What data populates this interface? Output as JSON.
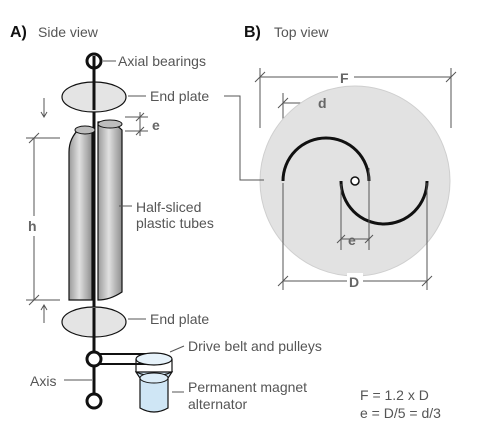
{
  "panel_a": {
    "letter": "A)",
    "title": "Side view"
  },
  "panel_b": {
    "letter": "B)",
    "title": "Top view"
  },
  "labels": {
    "axial_bearings": "Axial bearings",
    "end_plate_top": "End plate",
    "end_plate_bottom": "End plate",
    "tubes_line1": "Half-sliced",
    "tubes_line2": "plastic tubes",
    "drive_belt": "Drive belt and pulleys",
    "axis": "Axis",
    "magnet_line1": "Permanent magnet",
    "magnet_line2": "alternator"
  },
  "dimensions": {
    "side_e": "e",
    "side_h": "h",
    "top_F": "F",
    "top_d": "d",
    "top_e": "e",
    "top_D": "D"
  },
  "formulas": {
    "line1": "F = 1.2 x D",
    "line2": "e = D/5 = d/3"
  },
  "colors": {
    "plate": "#e4e4e4",
    "tube": "#c8c8c8",
    "alternator": "#cfe6f5",
    "line": "#111111"
  }
}
